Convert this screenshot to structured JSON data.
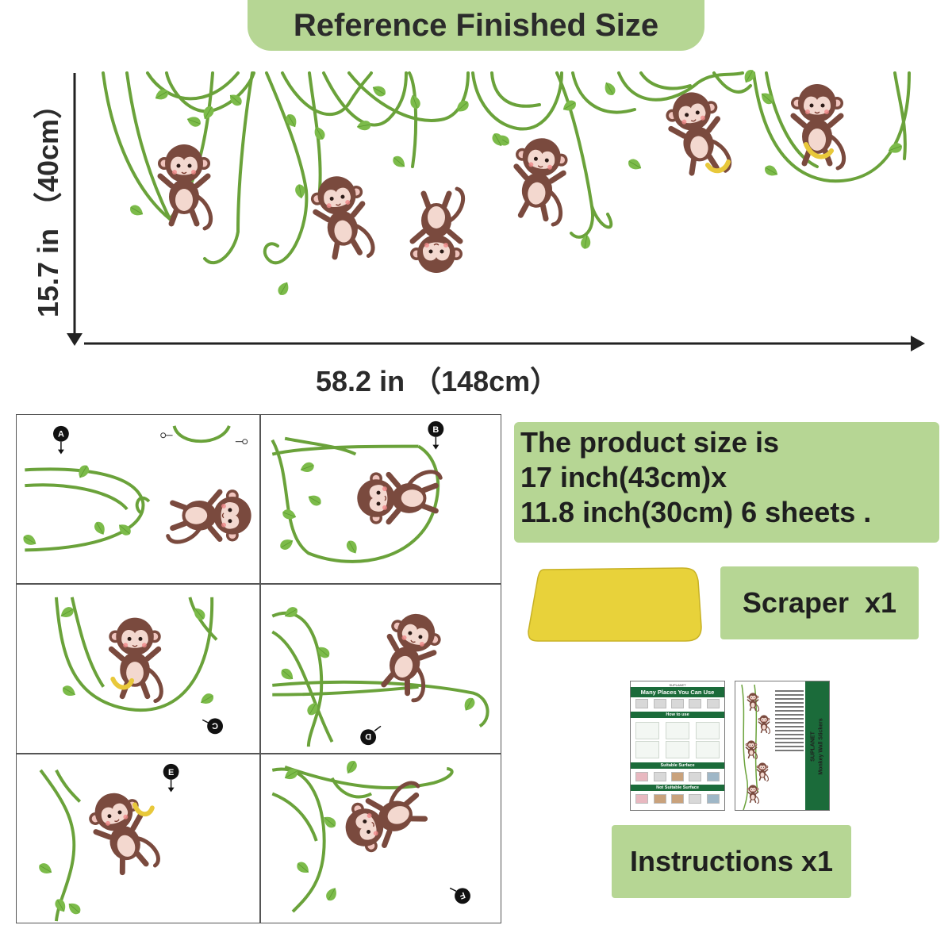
{
  "title": "Reference Finished Size",
  "dimensions": {
    "height_label": "15.7 in （40cm）",
    "width_label": "58.2 in （148cm）"
  },
  "sheets": [
    {
      "marker": "A"
    },
    {
      "marker": "B"
    },
    {
      "marker": "C"
    },
    {
      "marker": "D"
    },
    {
      "marker": "E"
    },
    {
      "marker": "F"
    }
  ],
  "product_size": {
    "line1": "The product size is",
    "line2": "17 inch(43cm)x",
    "line3": "11.8 inch(30cm) 6 sheets ."
  },
  "scraper_label": "Scraper  x1",
  "instructions_label": "Instructions x1",
  "instruction_card": {
    "brand": "SUPLANET",
    "heading": "Many Places You Can Use",
    "how_to_use": "How to use",
    "suitable": "Suitable Surface",
    "not_suitable": "Not Suitable Surface",
    "back_brand": "SUPLANET",
    "back_title": "Monkey  Wall Stickers"
  },
  "colors": {
    "accent_green": "#b6d694",
    "vine_green": "#6aa23a",
    "monkey_brown": "#7a4a3e",
    "monkey_face": "#f3d8cf",
    "scraper_yellow": "#e8d23a",
    "card_green": "#1b6b3a"
  }
}
